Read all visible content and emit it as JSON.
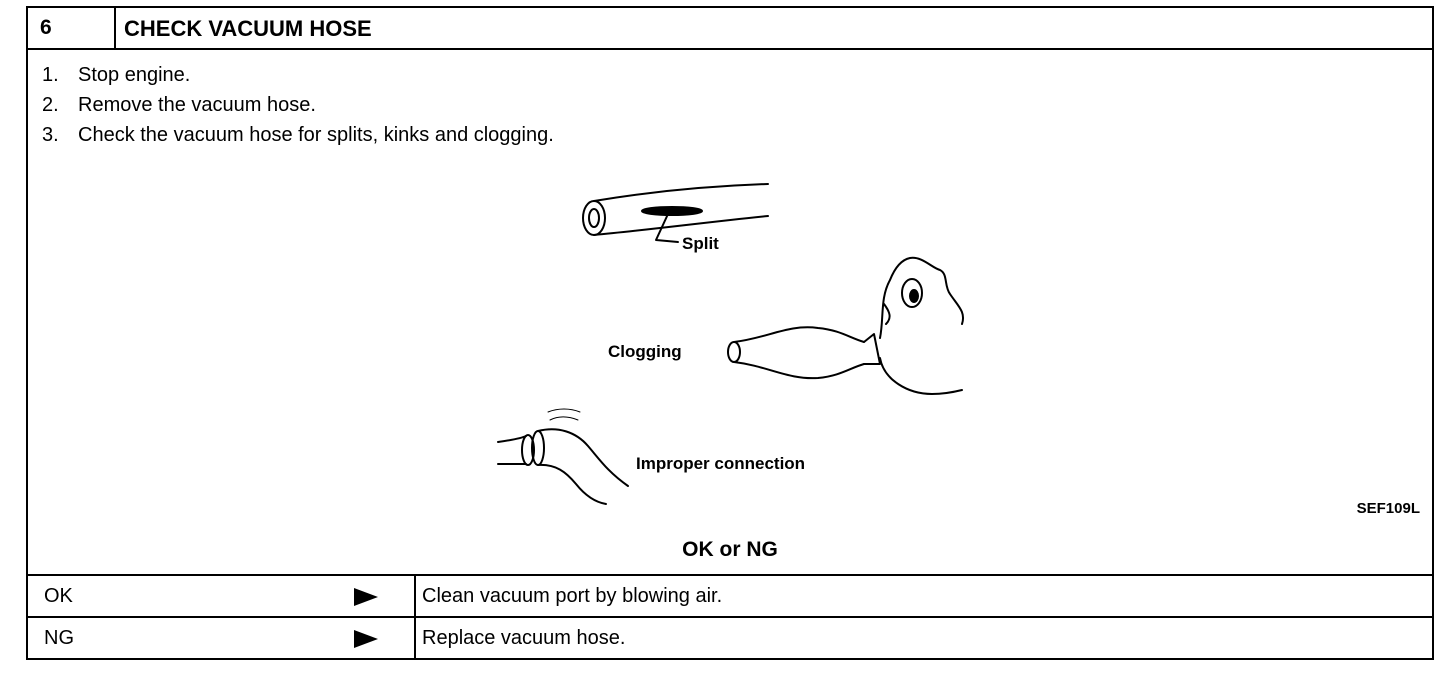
{
  "step": {
    "number": "6",
    "title": "CHECK VACUUM HOSE"
  },
  "instructions": [
    {
      "num": "1.",
      "text": "Stop engine."
    },
    {
      "num": "2.",
      "text": "Remove the vacuum hose."
    },
    {
      "num": "3.",
      "text": "Check the vacuum hose for splits, kinks and clogging."
    }
  ],
  "figure": {
    "labels": {
      "split": "Split",
      "clogging": "Clogging",
      "improper": "Improper connection"
    },
    "code": "SEF109L"
  },
  "result": {
    "question": "OK or NG",
    "rows": [
      {
        "code": "OK",
        "action": "Clean vacuum port by blowing air."
      },
      {
        "code": "NG",
        "action": "Replace vacuum hose."
      }
    ]
  }
}
